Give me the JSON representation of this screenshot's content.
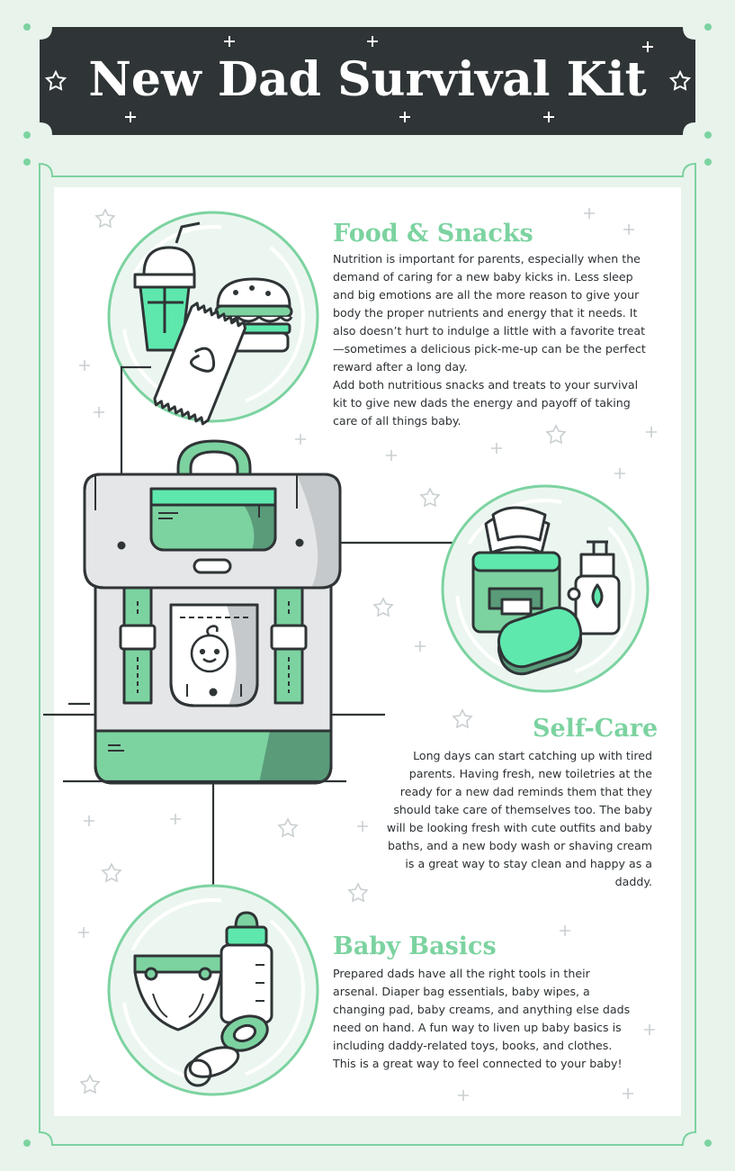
{
  "title": "New Dad Survival Kit",
  "colors": {
    "background": "#e8f3ec",
    "banner": "#2f3436",
    "accent": "#7cd3a0",
    "accent_bright": "#5ee8ad",
    "accent_dark": "#5a9b7a",
    "ink": "#2f3436",
    "panel": "#ffffff"
  },
  "sections": {
    "food": {
      "title": "Food & Snacks",
      "paragraphs": [
        "Nutrition is important for parents, especially when the demand of caring for a new baby kicks in. Less sleep and big emotions are all the more reason to give your body the proper nutrients and energy that it needs. It also doesn’t hurt to indulge a little with a favorite treat—sometimes a delicious pick-me-up can be the perfect reward after a long day.",
        "Add both nutritious snacks and treats to your survival kit to give new dads the energy and payoff of taking care of all things baby."
      ],
      "icons": [
        "drink-cup-icon",
        "burger-icon",
        "snack-bag-icon"
      ]
    },
    "selfcare": {
      "title": "Self-Care",
      "paragraphs": [
        "Long days can start catching up with tired parents. Having fresh, new toiletries at the ready for a new dad reminds them that they should take care of themselves too. The baby will be looking fresh with cute outfits and baby baths, and a new body wash or shaving cream is a great way to stay clean and happy as a daddy."
      ],
      "icons": [
        "wipes-box-icon",
        "soap-bottle-icon",
        "sponge-icon"
      ]
    },
    "baby": {
      "title": "Baby Basics",
      "paragraphs": [
        "Prepared dads have all the right tools in their arsenal. Diaper bag essentials, baby wipes, a changing pad, baby creams, and anything else dads need on hand. A fun way to liven up baby basics is including daddy-related toys, books, and clothes. This is a great way to feel connected to your baby!"
      ],
      "icons": [
        "diaper-icon",
        "baby-bottle-icon",
        "pacifier-icon"
      ]
    }
  },
  "center_icon": "backpack-icon"
}
